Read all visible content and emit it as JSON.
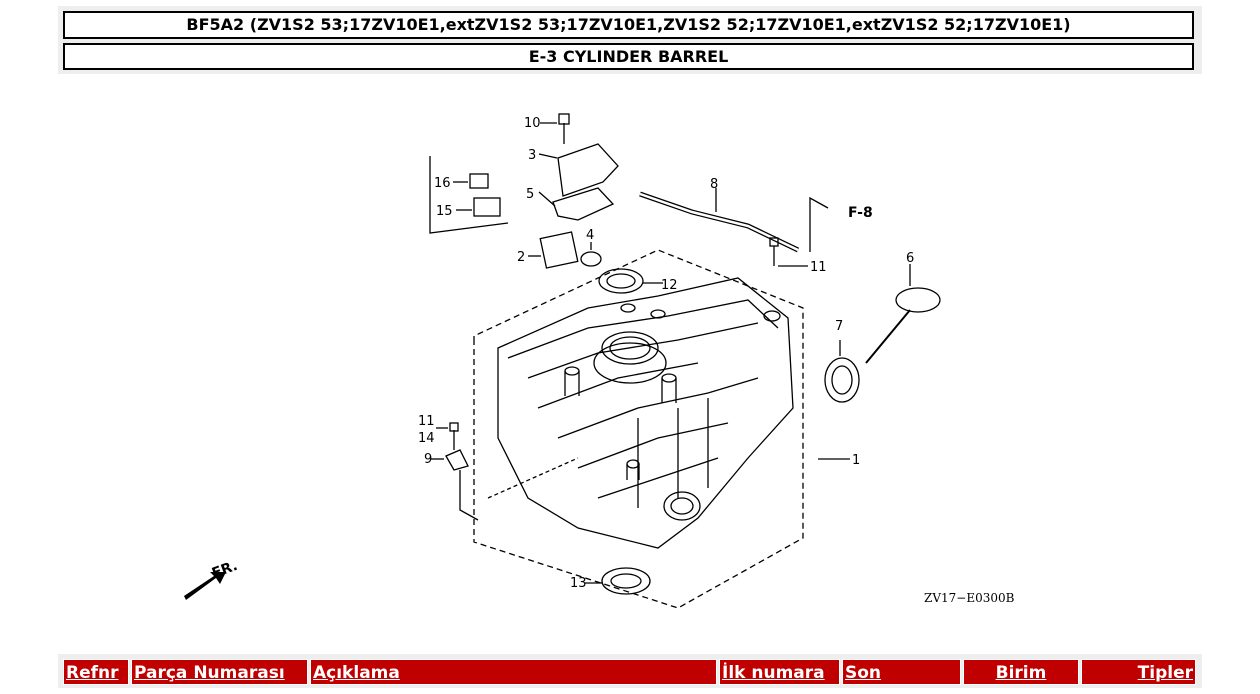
{
  "header": {
    "model_title": "BF5A2 (ZV1S2 53;17ZV10E1,extZV1S2 53;17ZV10E1,ZV1S2 52;17ZV10E1,extZV1S2 52;17ZV10E1)",
    "section_title": "E-3 CYLINDER BARREL"
  },
  "diagram": {
    "callouts": {
      "c1": "1",
      "c2": "2",
      "c3": "3",
      "c4": "4",
      "c5": "5",
      "c6": "6",
      "c7": "7",
      "c8": "8",
      "c9": "9",
      "c10": "10",
      "c11a": "11",
      "c11b": "11",
      "c12": "12",
      "c13": "13",
      "c14": "14",
      "c15": "15",
      "c16": "16"
    },
    "ref_arrow": "F-8",
    "front_label": "FR.",
    "drawing_code": "ZV17−E0300B"
  },
  "table": {
    "columns": {
      "refnr": "Refnr",
      "part_number": "Parça Numarası",
      "description": "Açıklama",
      "first_number": "İlk numara",
      "last": "Son",
      "unit": "Birim",
      "types": "Tipler"
    }
  }
}
